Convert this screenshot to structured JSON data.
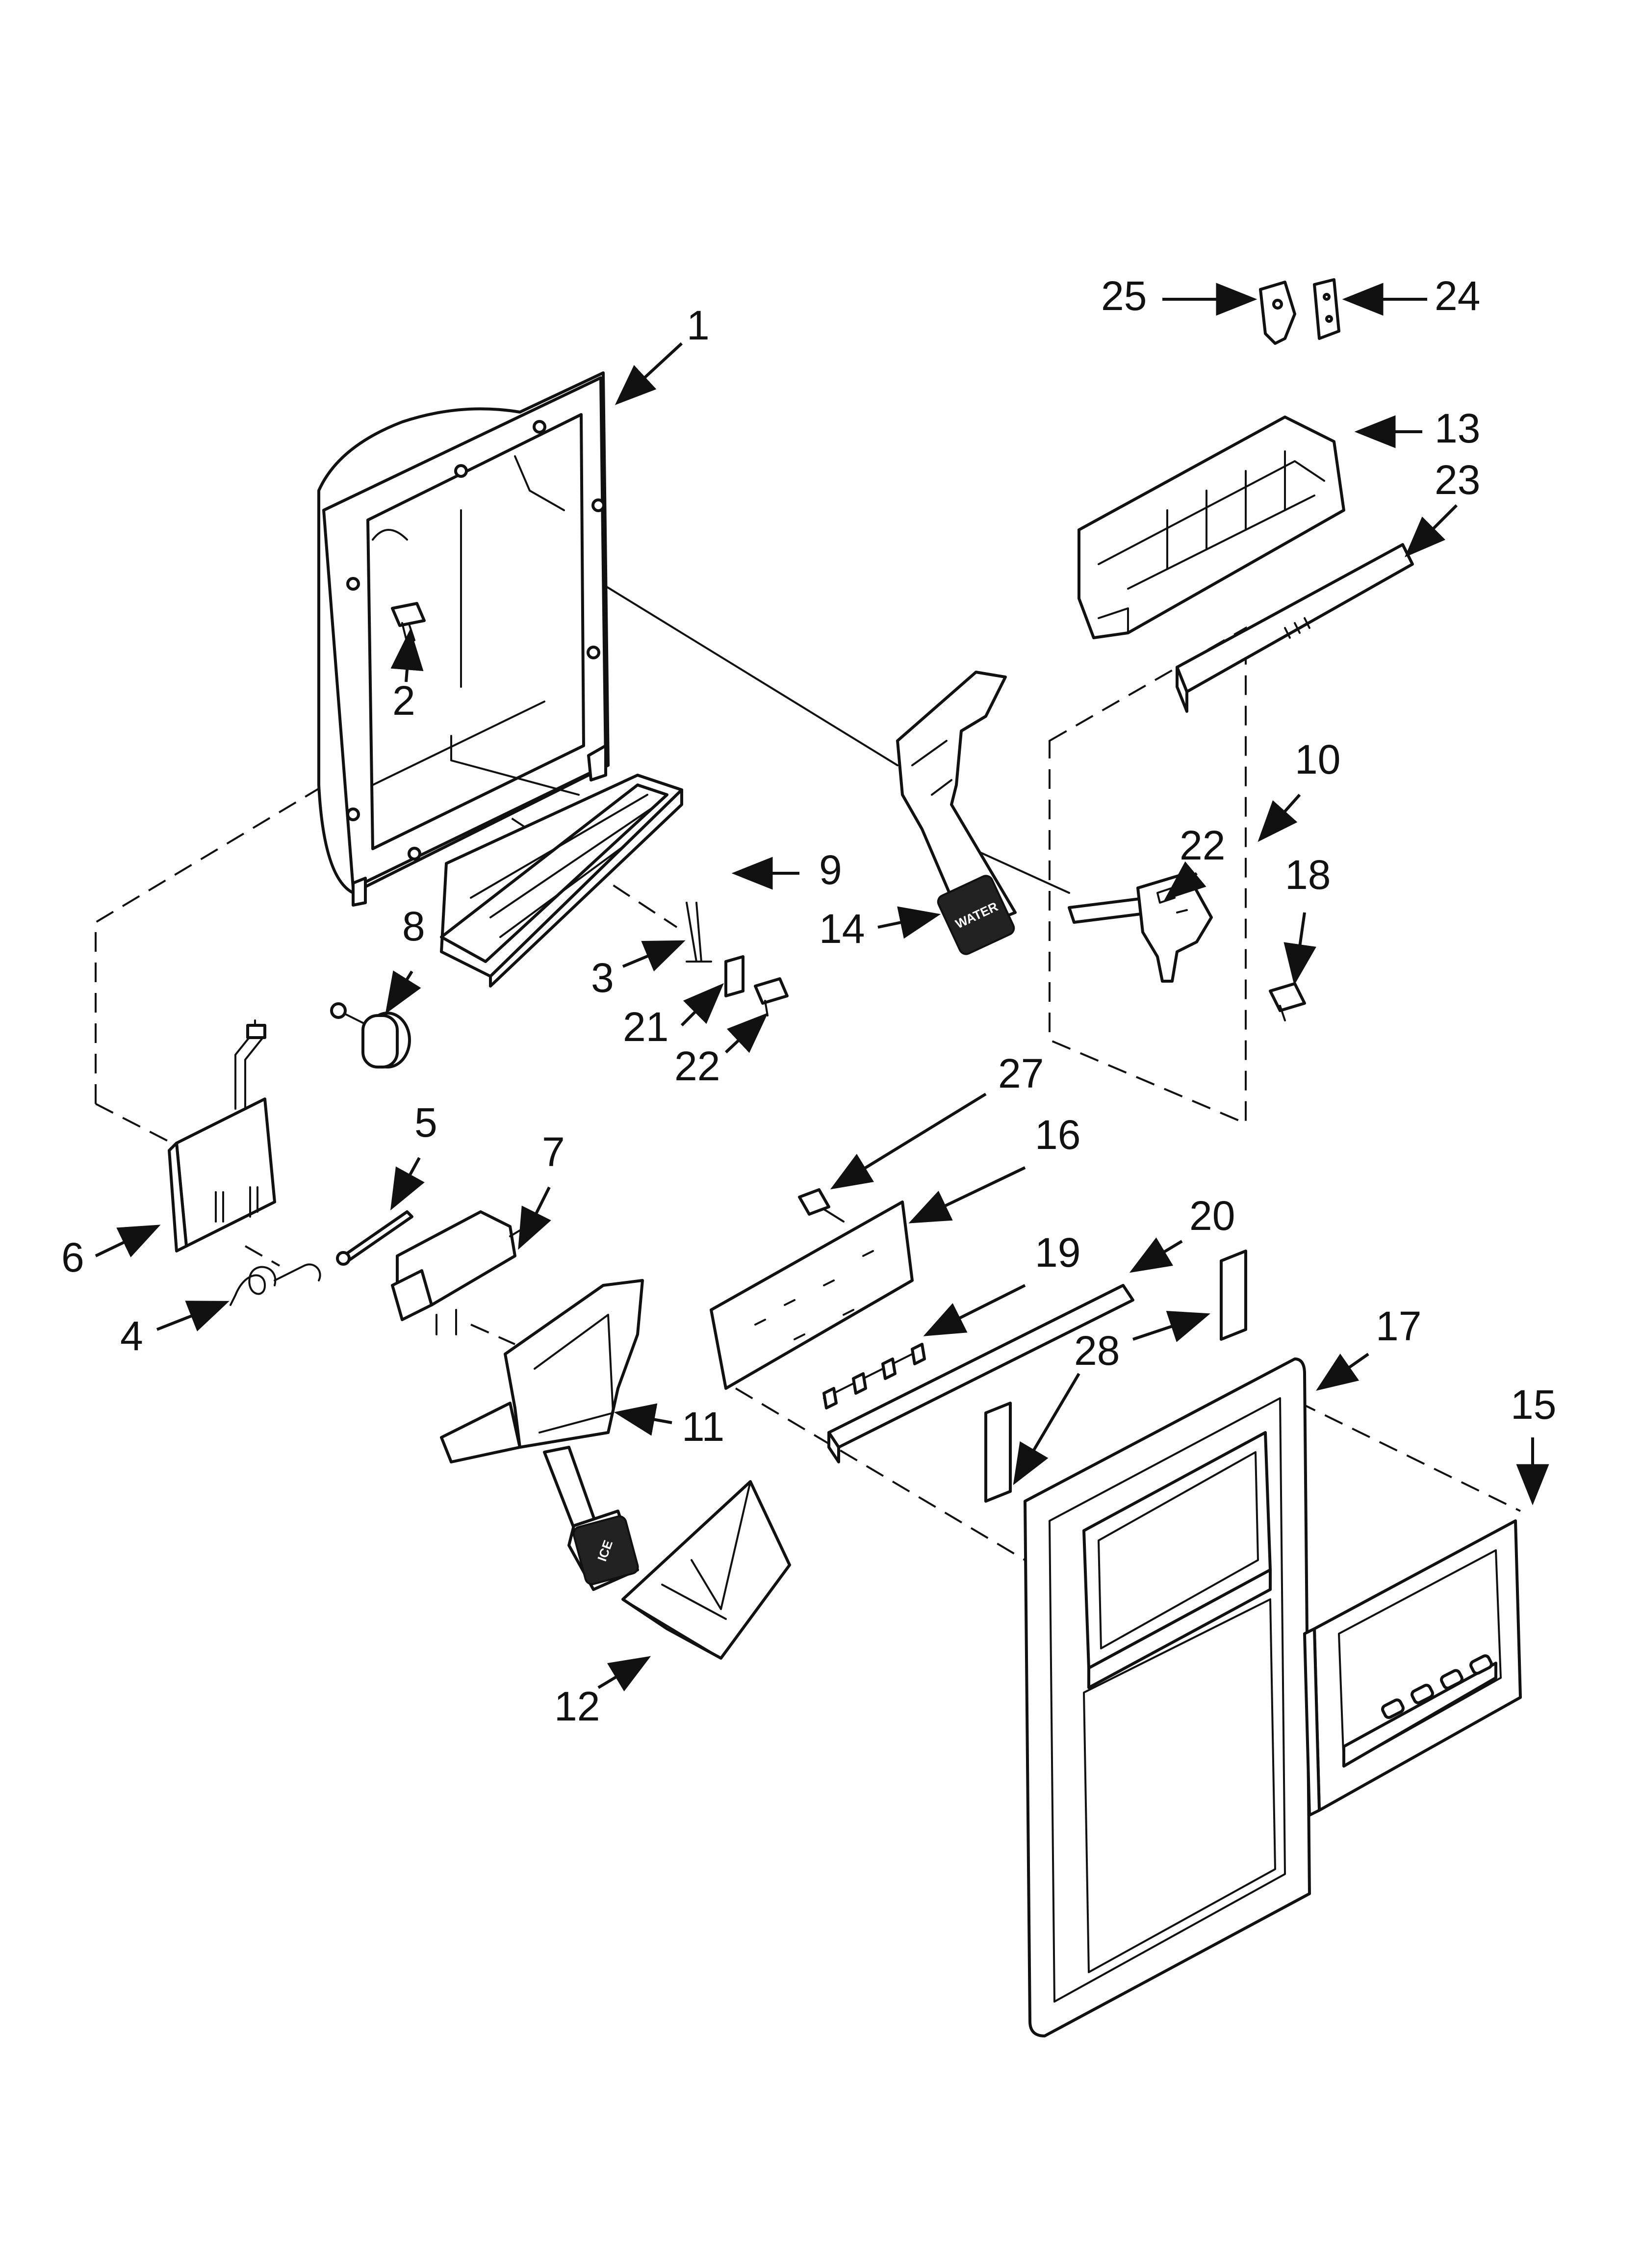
{
  "diagram": {
    "callouts": [
      {
        "id": "1",
        "label": "1"
      },
      {
        "id": "2",
        "label": "2"
      },
      {
        "id": "3",
        "label": "3"
      },
      {
        "id": "4",
        "label": "4"
      },
      {
        "id": "5",
        "label": "5"
      },
      {
        "id": "6",
        "label": "6"
      },
      {
        "id": "7",
        "label": "7"
      },
      {
        "id": "8",
        "label": "8"
      },
      {
        "id": "9",
        "label": "9"
      },
      {
        "id": "10",
        "label": "10"
      },
      {
        "id": "11",
        "label": "11"
      },
      {
        "id": "12",
        "label": "12"
      },
      {
        "id": "13",
        "label": "13"
      },
      {
        "id": "14",
        "label": "14"
      },
      {
        "id": "15",
        "label": "15"
      },
      {
        "id": "16",
        "label": "16"
      },
      {
        "id": "17",
        "label": "17"
      },
      {
        "id": "18",
        "label": "18"
      },
      {
        "id": "19",
        "label": "19"
      },
      {
        "id": "20",
        "label": "20"
      },
      {
        "id": "21",
        "label": "21"
      },
      {
        "id": "22a",
        "label": "22"
      },
      {
        "id": "22b",
        "label": "22"
      },
      {
        "id": "23",
        "label": "23"
      },
      {
        "id": "24",
        "label": "24"
      },
      {
        "id": "25",
        "label": "25"
      },
      {
        "id": "27",
        "label": "27"
      },
      {
        "id": "28",
        "label": "28"
      }
    ],
    "pedal_labels": {
      "water": "WATER",
      "ice": "ICE"
    }
  }
}
